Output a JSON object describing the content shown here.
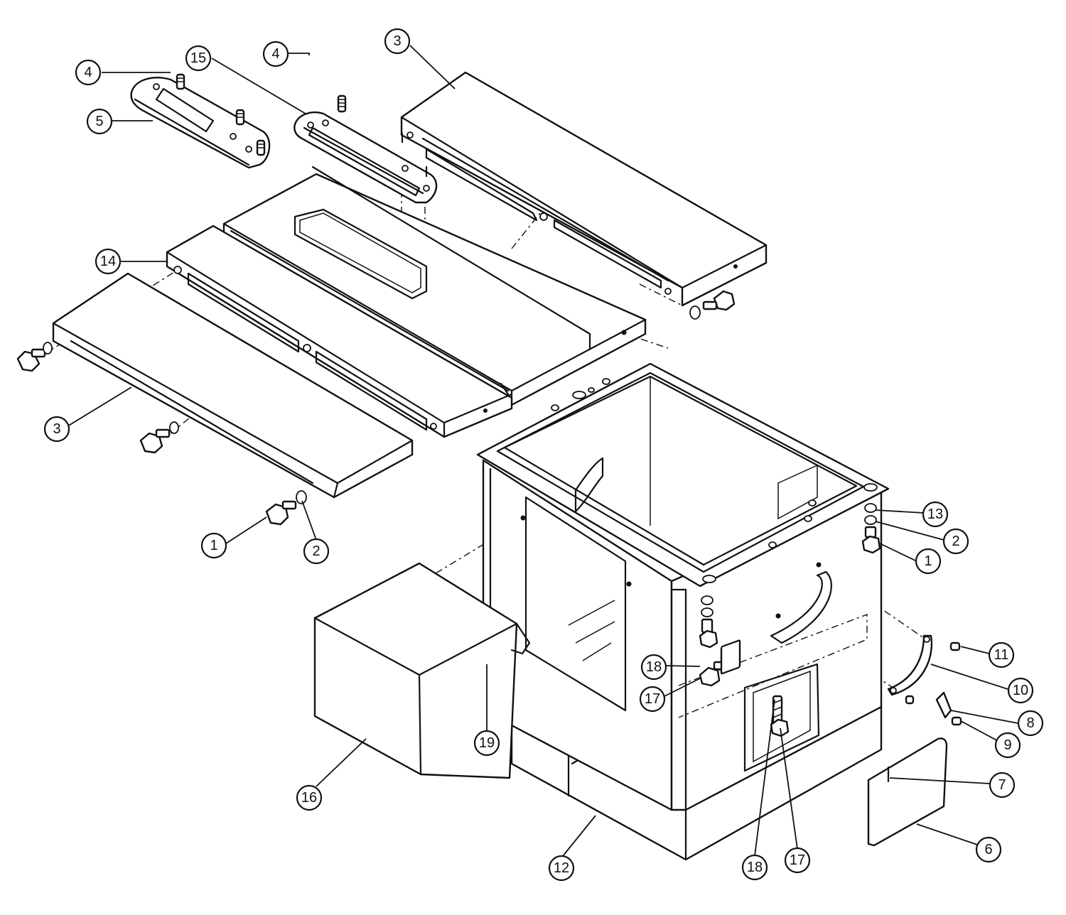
{
  "diagram": {
    "callouts": [
      {
        "label": "4"
      },
      {
        "label": "15"
      },
      {
        "label": "4"
      },
      {
        "label": "3"
      },
      {
        "label": "5"
      },
      {
        "label": "14"
      },
      {
        "label": "3"
      },
      {
        "label": "1"
      },
      {
        "label": "2"
      },
      {
        "label": "13"
      },
      {
        "label": "2"
      },
      {
        "label": "1"
      },
      {
        "label": "11"
      },
      {
        "label": "18"
      },
      {
        "label": "17"
      },
      {
        "label": "10"
      },
      {
        "label": "8"
      },
      {
        "label": "9"
      },
      {
        "label": "19"
      },
      {
        "label": "7"
      },
      {
        "label": "16"
      },
      {
        "label": "6"
      },
      {
        "label": "12"
      },
      {
        "label": "18"
      },
      {
        "label": "17"
      }
    ]
  }
}
